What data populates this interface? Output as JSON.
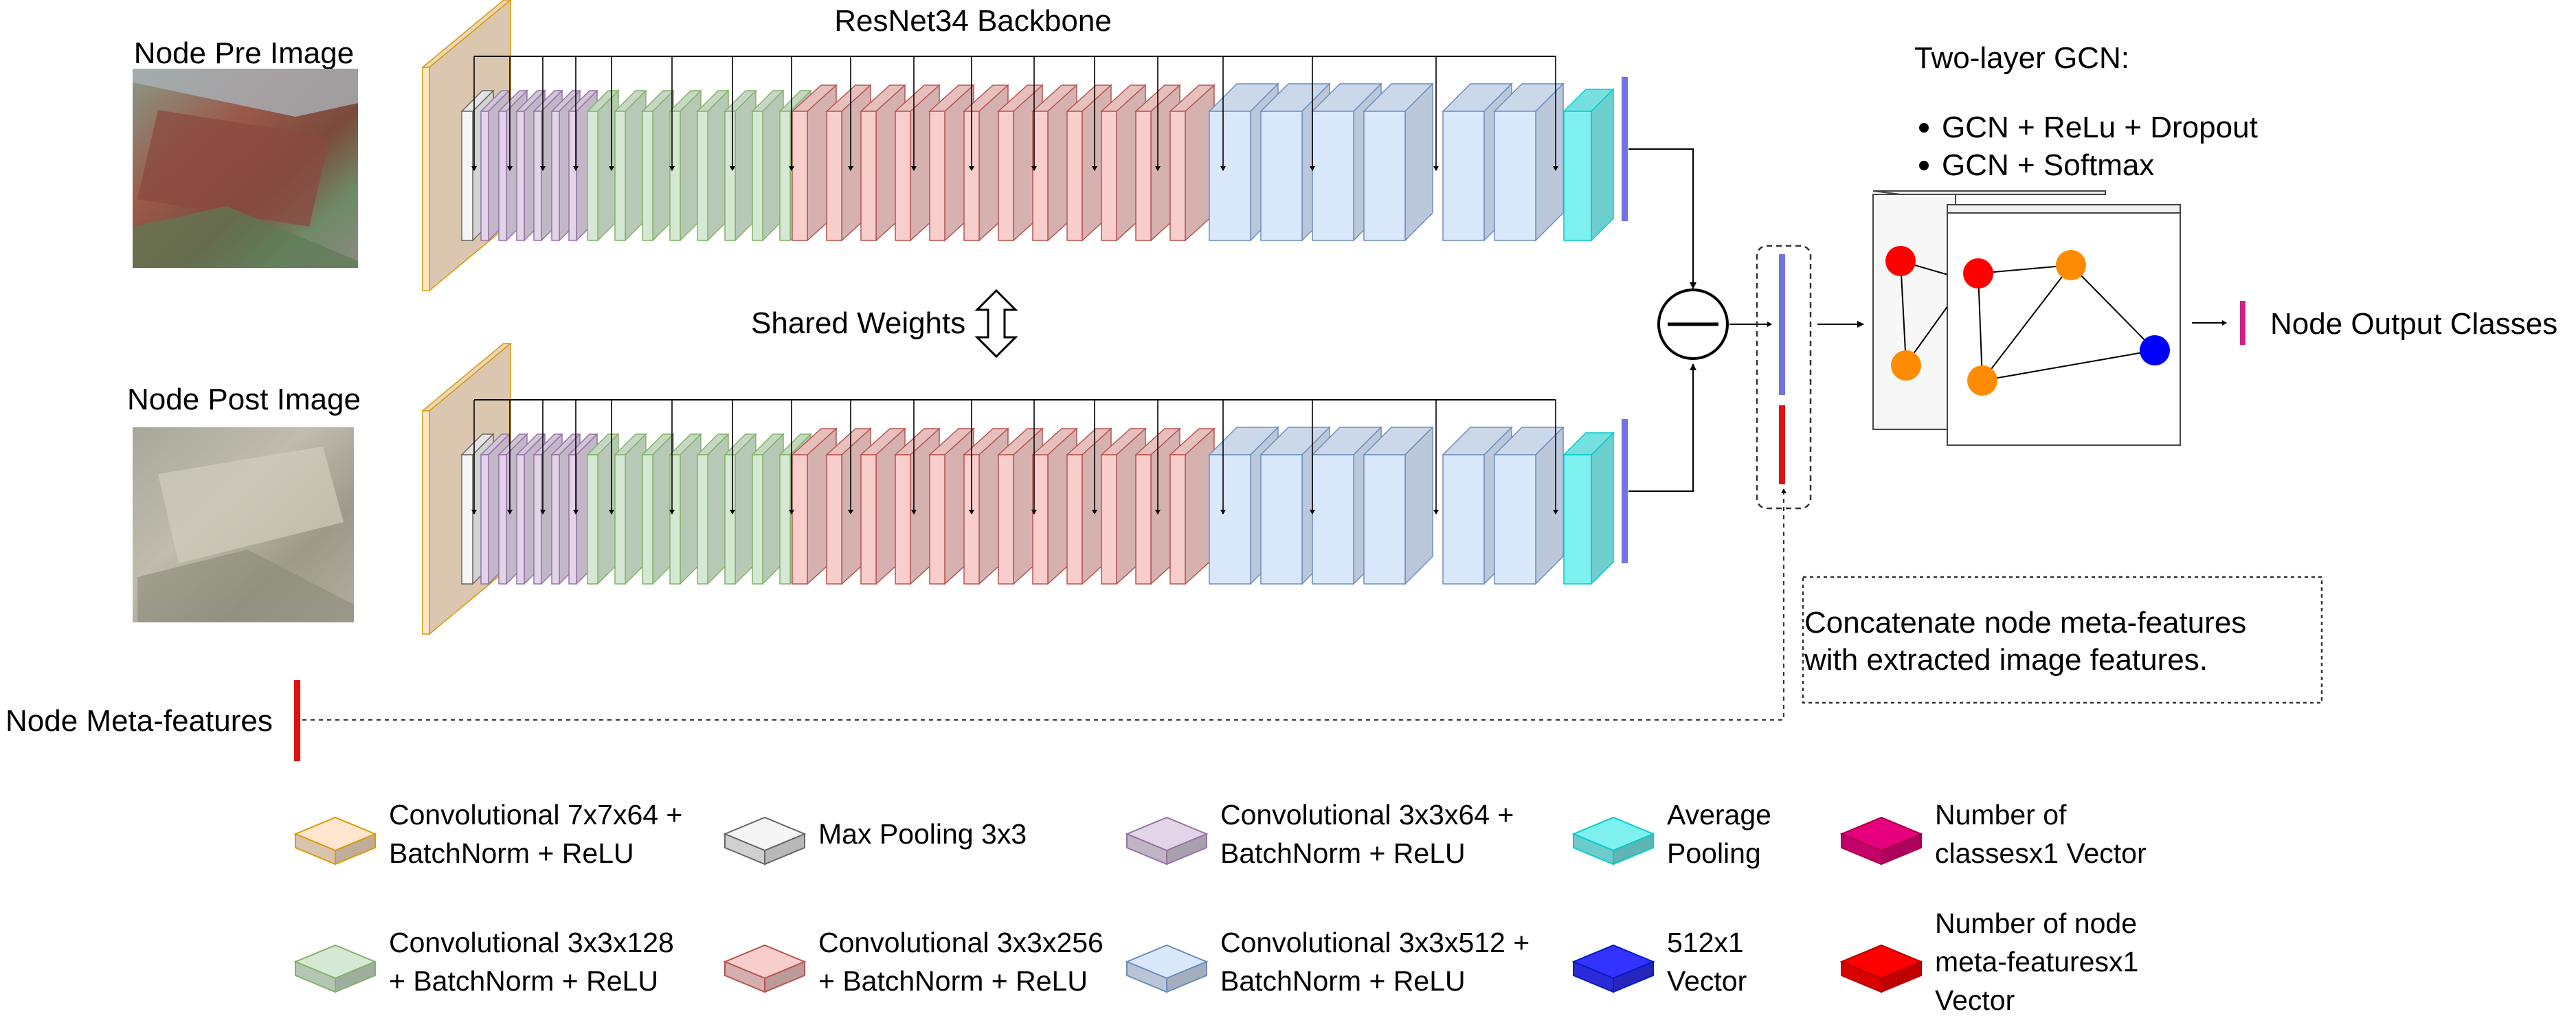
{
  "labels": {
    "backbone_title": "ResNet34 Backbone",
    "pre_image": "Node Pre Image",
    "post_image": "Node Post Image",
    "shared_weights": "Shared Weights",
    "gcn_title": "Two-layer GCN:",
    "gcn_bullets": [
      "GCN + ReLu + Dropout",
      "GCN + Softmax"
    ],
    "output": "Node Output Classes",
    "meta_features": "Node Meta-features",
    "concat_note": [
      "Concatenate node meta-features",
      "with extracted image features."
    ]
  },
  "legend": [
    {
      "lines": [
        "Convolutional 7x7x64 +",
        "BatchNorm + ReLU"
      ],
      "color": "#ffe6cc",
      "stroke": "#d79b00"
    },
    {
      "lines": [
        "Max Pooling 3x3"
      ],
      "color": "#f5f5f5",
      "stroke": "#666666"
    },
    {
      "lines": [
        "Convolutional 3x3x64 +",
        "BatchNorm + ReLU"
      ],
      "color": "#e1d5e7",
      "stroke": "#9673a6"
    },
    {
      "lines": [
        "Average",
        "Pooling"
      ],
      "color": "#7ff0f0",
      "stroke": "#00cccc"
    },
    {
      "lines": [
        "Number of",
        "classesx1 Vector"
      ],
      "color": "#e6007e",
      "stroke": "#a50040"
    },
    {
      "lines": [
        "Convolutional 3x3x128",
        "+ BatchNorm + ReLU"
      ],
      "color": "#d5e8d4",
      "stroke": "#82b366"
    },
    {
      "lines": [
        "Convolutional 3x3x256",
        "+ BatchNorm + ReLU"
      ],
      "color": "#f8cecc",
      "stroke": "#b85450"
    },
    {
      "lines": [
        "Convolutional 3x3x512 +",
        "BatchNorm + ReLU"
      ],
      "color": "#dae8fc",
      "stroke": "#6c8ebf"
    },
    {
      "lines": [
        "512x1",
        "Vector"
      ],
      "color": "#3333ff",
      "stroke": "#001dbc"
    },
    {
      "lines": [
        "Number of node",
        "meta-featuresx1",
        "Vector"
      ],
      "color": "#ff0000",
      "stroke": "#b20000"
    }
  ],
  "colors": {
    "conv7": "#ffe6cc",
    "conv7_stroke": "#d79b00",
    "maxpool": "#f5f5f5",
    "maxpool_stroke": "#666666",
    "conv64": "#e1d5e7",
    "conv64_stroke": "#9673a6",
    "conv128": "#d5e8d4",
    "conv128_stroke": "#82b366",
    "conv256": "#f8cecc",
    "conv256_stroke": "#b85450",
    "conv512": "#dae8fc",
    "conv512_stroke": "#6c8ebf",
    "avgpool": "#7ff0f0",
    "avgpool_stroke": "#00cccc",
    "vector512": "#7272e8",
    "meta_vector": "#e01010",
    "class_vector": "#d0208a",
    "node_red": "#ff0000",
    "node_orange": "#ff8c00",
    "node_blue": "#0000ff"
  }
}
